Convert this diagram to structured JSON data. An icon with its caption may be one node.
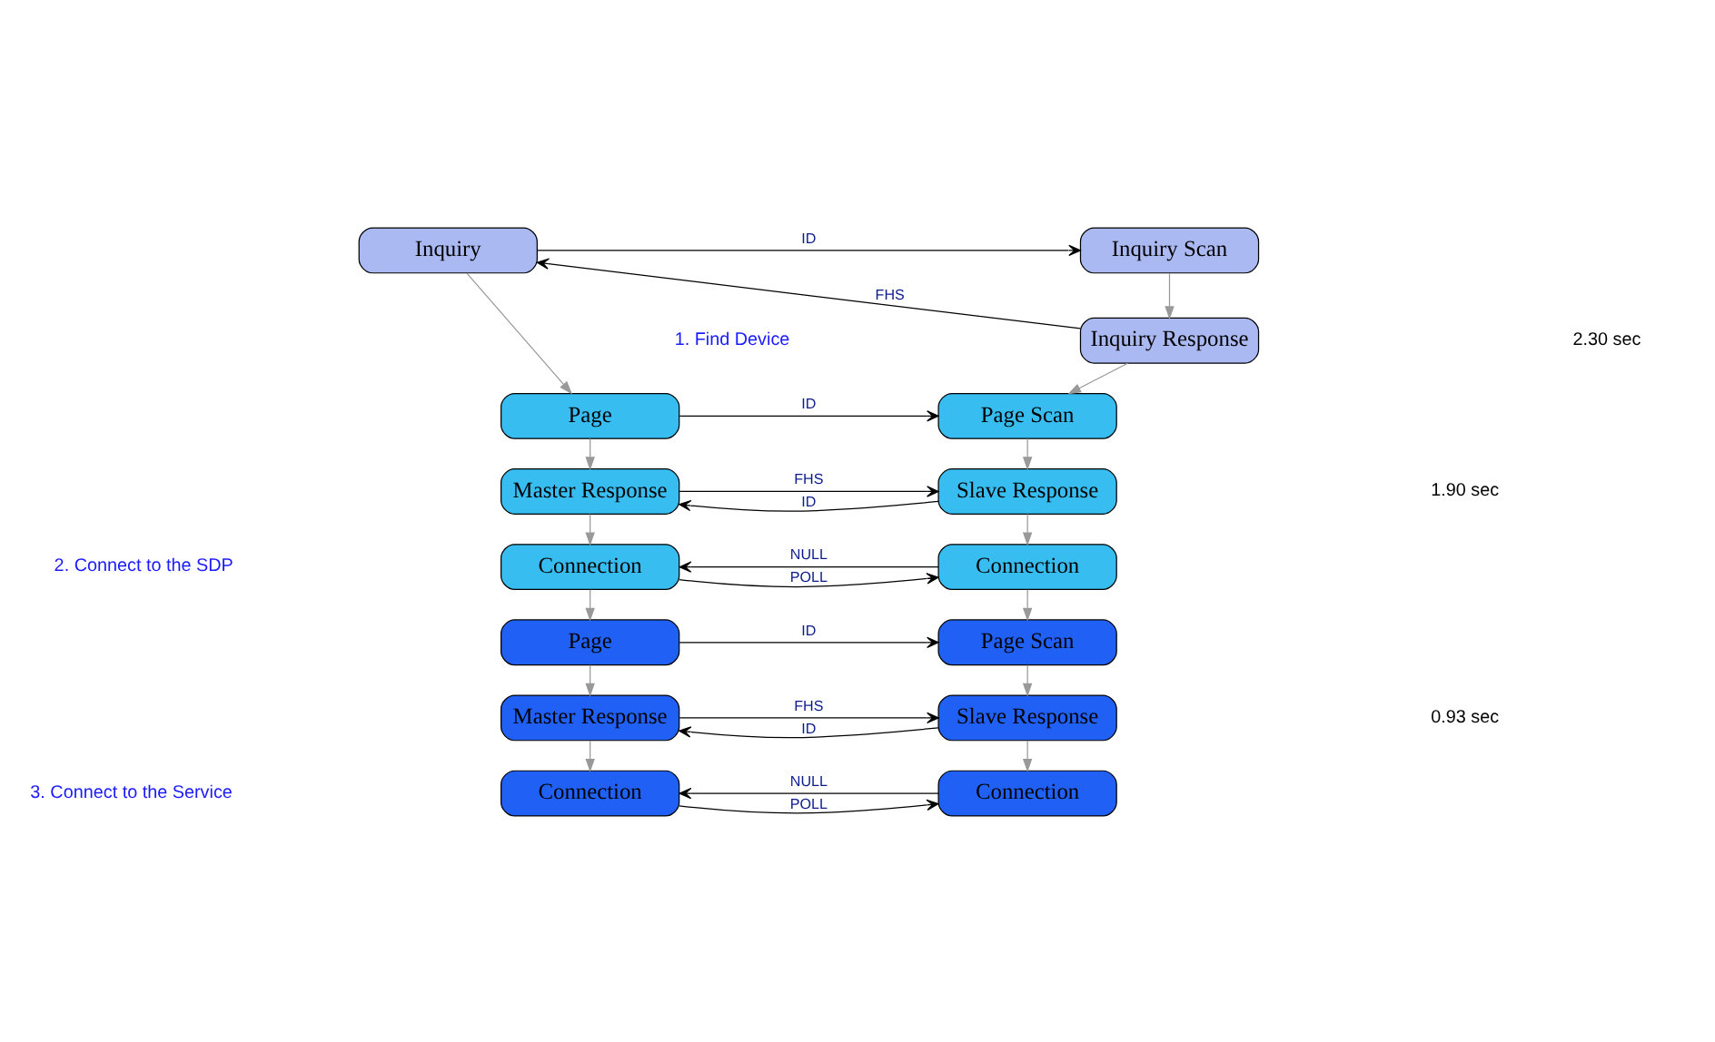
{
  "diagram": {
    "nodes": [
      {
        "text": [
          "Inquiry"
        ]
      },
      {
        "text": [
          "Inquiry Scan"
        ]
      },
      {
        "text": [
          "Inquiry Response"
        ]
      },
      {
        "text": [
          "Page"
        ]
      },
      {
        "text": [
          "Page Scan"
        ]
      },
      {
        "text": [
          "Master Response"
        ]
      },
      {
        "text": [
          "Slave Response"
        ]
      },
      {
        "text": [
          "Connection"
        ]
      },
      {
        "text": [
          "Connection"
        ]
      },
      {
        "text": [
          "Page"
        ]
      },
      {
        "text": [
          "Page Scan"
        ]
      },
      {
        "text": [
          "Master Response"
        ]
      },
      {
        "text": [
          "Slave Response"
        ]
      },
      {
        "text": [
          "Connection"
        ]
      },
      {
        "text": [
          "Connection"
        ]
      }
    ],
    "edges": [
      {
        "from": 0,
        "to": 1,
        "arrow": "to",
        "label": "ID",
        "color": "#000000"
      },
      {
        "from": 1,
        "to": 2,
        "arrow": "to"
      },
      {
        "from": 2,
        "to": 0,
        "arrow": "to",
        "label": "FHS",
        "color": "#000000"
      },
      {
        "from": 0,
        "to": 3,
        "arrow": "to"
      },
      {
        "from": 2,
        "to": 4,
        "arrow": "to"
      },
      {
        "from": 3,
        "to": 4,
        "arrow": "to",
        "label": "ID",
        "color": "#000000"
      },
      {
        "from": 3,
        "to": 5,
        "arrow": "to"
      },
      {
        "from": 4,
        "to": 6,
        "arrow": "to"
      },
      {
        "from": 6,
        "to": 5,
        "arrow": "to",
        "label": "ID",
        "color": "#000000"
      },
      {
        "from": 5,
        "to": 6,
        "arrow": "to",
        "label": "FHS",
        "color": "#000000"
      },
      {
        "from": 5,
        "to": 7,
        "arrow": "to"
      },
      {
        "from": 6,
        "to": 8,
        "arrow": "to"
      },
      {
        "from": 7,
        "to": 8,
        "arrow": "to",
        "label": "POLL",
        "color": "#000000"
      },
      {
        "from": 8,
        "to": 7,
        "arrow": "to",
        "label": "NULL",
        "color": "#000000"
      },
      {
        "from": 7,
        "to": 9,
        "arrow": "to"
      },
      {
        "from": 8,
        "to": 10,
        "arrow": "to"
      },
      {
        "from": 9,
        "to": 10,
        "arrow": "to",
        "label": "ID",
        "color": "#000000"
      },
      {
        "from": 9,
        "to": 11,
        "arrow": "to"
      },
      {
        "from": 10,
        "to": 12,
        "arrow": "to"
      },
      {
        "from": 12,
        "to": 11,
        "arrow": "to",
        "label": "ID",
        "color": "#000000"
      },
      {
        "from": 11,
        "to": 12,
        "arrow": "to",
        "label": "FHS",
        "color": "#000000"
      },
      {
        "from": 11,
        "to": 13,
        "arrow": "to"
      },
      {
        "from": 12,
        "to": 14,
        "arrow": "to"
      },
      {
        "from": 13,
        "to": 14,
        "arrow": "to",
        "label": "POLL",
        "color": "#000000"
      },
      {
        "from": 14,
        "to": 13,
        "arrow": "to",
        "label": "NULL",
        "color": "#000000"
      }
    ],
    "labels": [
      "2.30 sec",
      "1. Find Device",
      "1.90 sec",
      "2. Connect to the SDP",
      "0.93 sec",
      "3. Connect to the Service"
    ]
  }
}
